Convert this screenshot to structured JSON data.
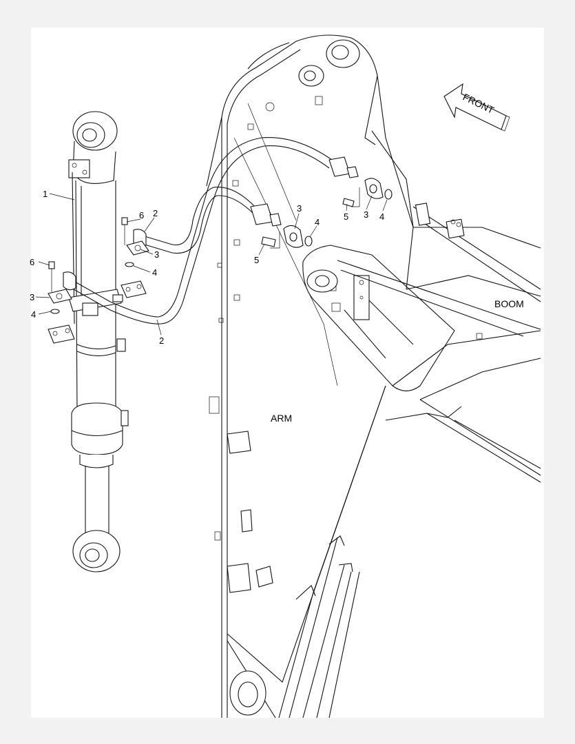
{
  "labels": {
    "front": "FRONT",
    "boom": "BOOM",
    "arm": "ARM"
  },
  "callouts": [
    {
      "id": "c1",
      "text": "1"
    },
    {
      "id": "c2a",
      "text": "2"
    },
    {
      "id": "c2b",
      "text": "2"
    },
    {
      "id": "c3a",
      "text": "3"
    },
    {
      "id": "c3b",
      "text": "3"
    },
    {
      "id": "c3c",
      "text": "3"
    },
    {
      "id": "c3d",
      "text": "3"
    },
    {
      "id": "c4a",
      "text": "4"
    },
    {
      "id": "c4b",
      "text": "4"
    },
    {
      "id": "c4c",
      "text": "4"
    },
    {
      "id": "c4d",
      "text": "4"
    },
    {
      "id": "c5a",
      "text": "5"
    },
    {
      "id": "c5b",
      "text": "5"
    },
    {
      "id": "c6a",
      "text": "6"
    },
    {
      "id": "c6b",
      "text": "6"
    }
  ]
}
